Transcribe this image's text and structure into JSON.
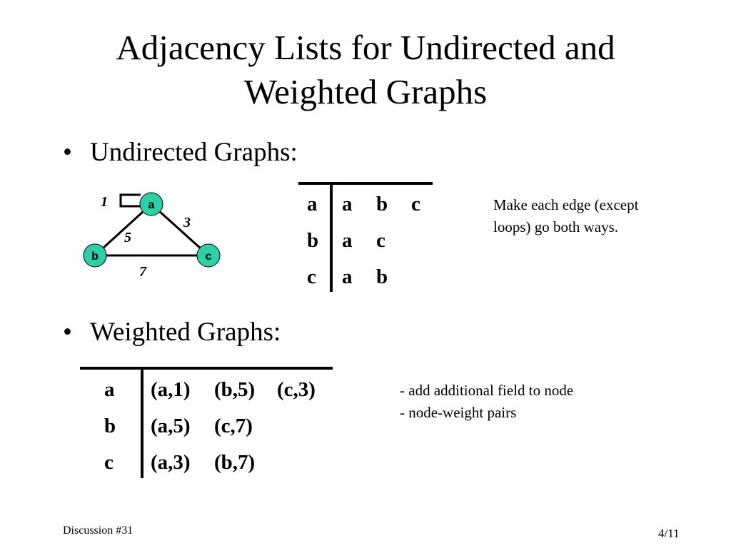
{
  "slide": {
    "title_line1": "Adjacency Lists for Undirected and",
    "title_line2": "Weighted Graphs",
    "bullet_char": "•",
    "bullet1": "Undirected Graphs:",
    "bullet2": "Weighted Graphs:"
  },
  "graph": {
    "node_color": "#2ecfa6",
    "nodes": {
      "a": "a",
      "b": "b",
      "c": "c"
    },
    "edges": {
      "loop": "1",
      "ab": "5",
      "ac": "3",
      "bc": "7"
    }
  },
  "undirected_table": {
    "rows": [
      {
        "head": "a",
        "items": [
          "a",
          "b",
          "c"
        ]
      },
      {
        "head": "b",
        "items": [
          "a",
          "c"
        ]
      },
      {
        "head": "c",
        "items": [
          "a",
          "b"
        ]
      }
    ]
  },
  "weighted_table": {
    "rows": [
      {
        "head": "a",
        "items": [
          "(a,1)",
          "(b,5)",
          "(c,3)"
        ]
      },
      {
        "head": "b",
        "items": [
          "(a,5)",
          "(c,7)"
        ]
      },
      {
        "head": "c",
        "items": [
          "(a,3)",
          "(b,7)"
        ]
      }
    ]
  },
  "notes": {
    "undirected_line1": "Make each edge (except",
    "undirected_line2": "loops) go both ways.",
    "weighted_line1": "- add additional field to node",
    "weighted_line2": "- node-weight pairs"
  },
  "footer": {
    "left": "Discussion #31",
    "right": "4/11"
  }
}
